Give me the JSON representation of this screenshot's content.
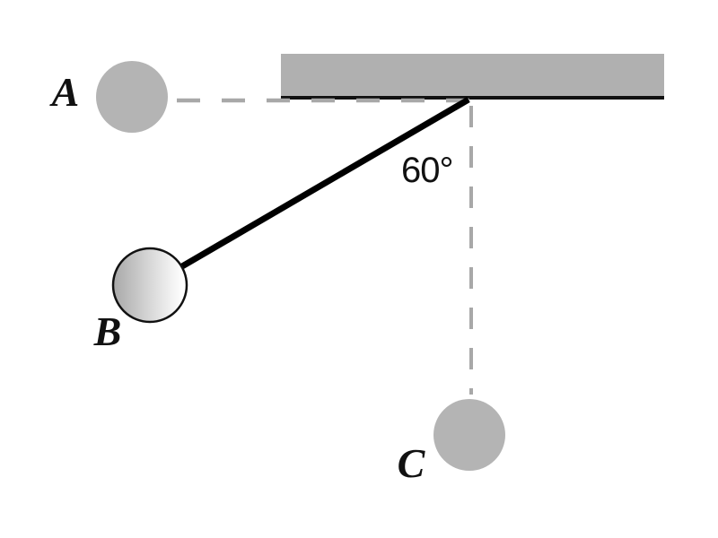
{
  "diagram": {
    "type": "pendulum-positions",
    "labels": {
      "position_a": "A",
      "position_b": "B",
      "position_c": "C",
      "angle": "60°"
    }
  },
  "colors": {
    "background": "#ffffff",
    "ceiling_gray": "#b0b0b0",
    "ceiling_underline": "#111111",
    "ball_gray": "#b4b4b4",
    "dash_gray": "#a8a8a8",
    "rod_black": "#000000",
    "ball_b_stroke": "#111111",
    "ball_b_gradient_start": "#a8a8a8",
    "ball_b_gradient_mid": "#dcdcdc",
    "ball_b_gradient_end": "#ffffff",
    "label_black": "#111111"
  }
}
